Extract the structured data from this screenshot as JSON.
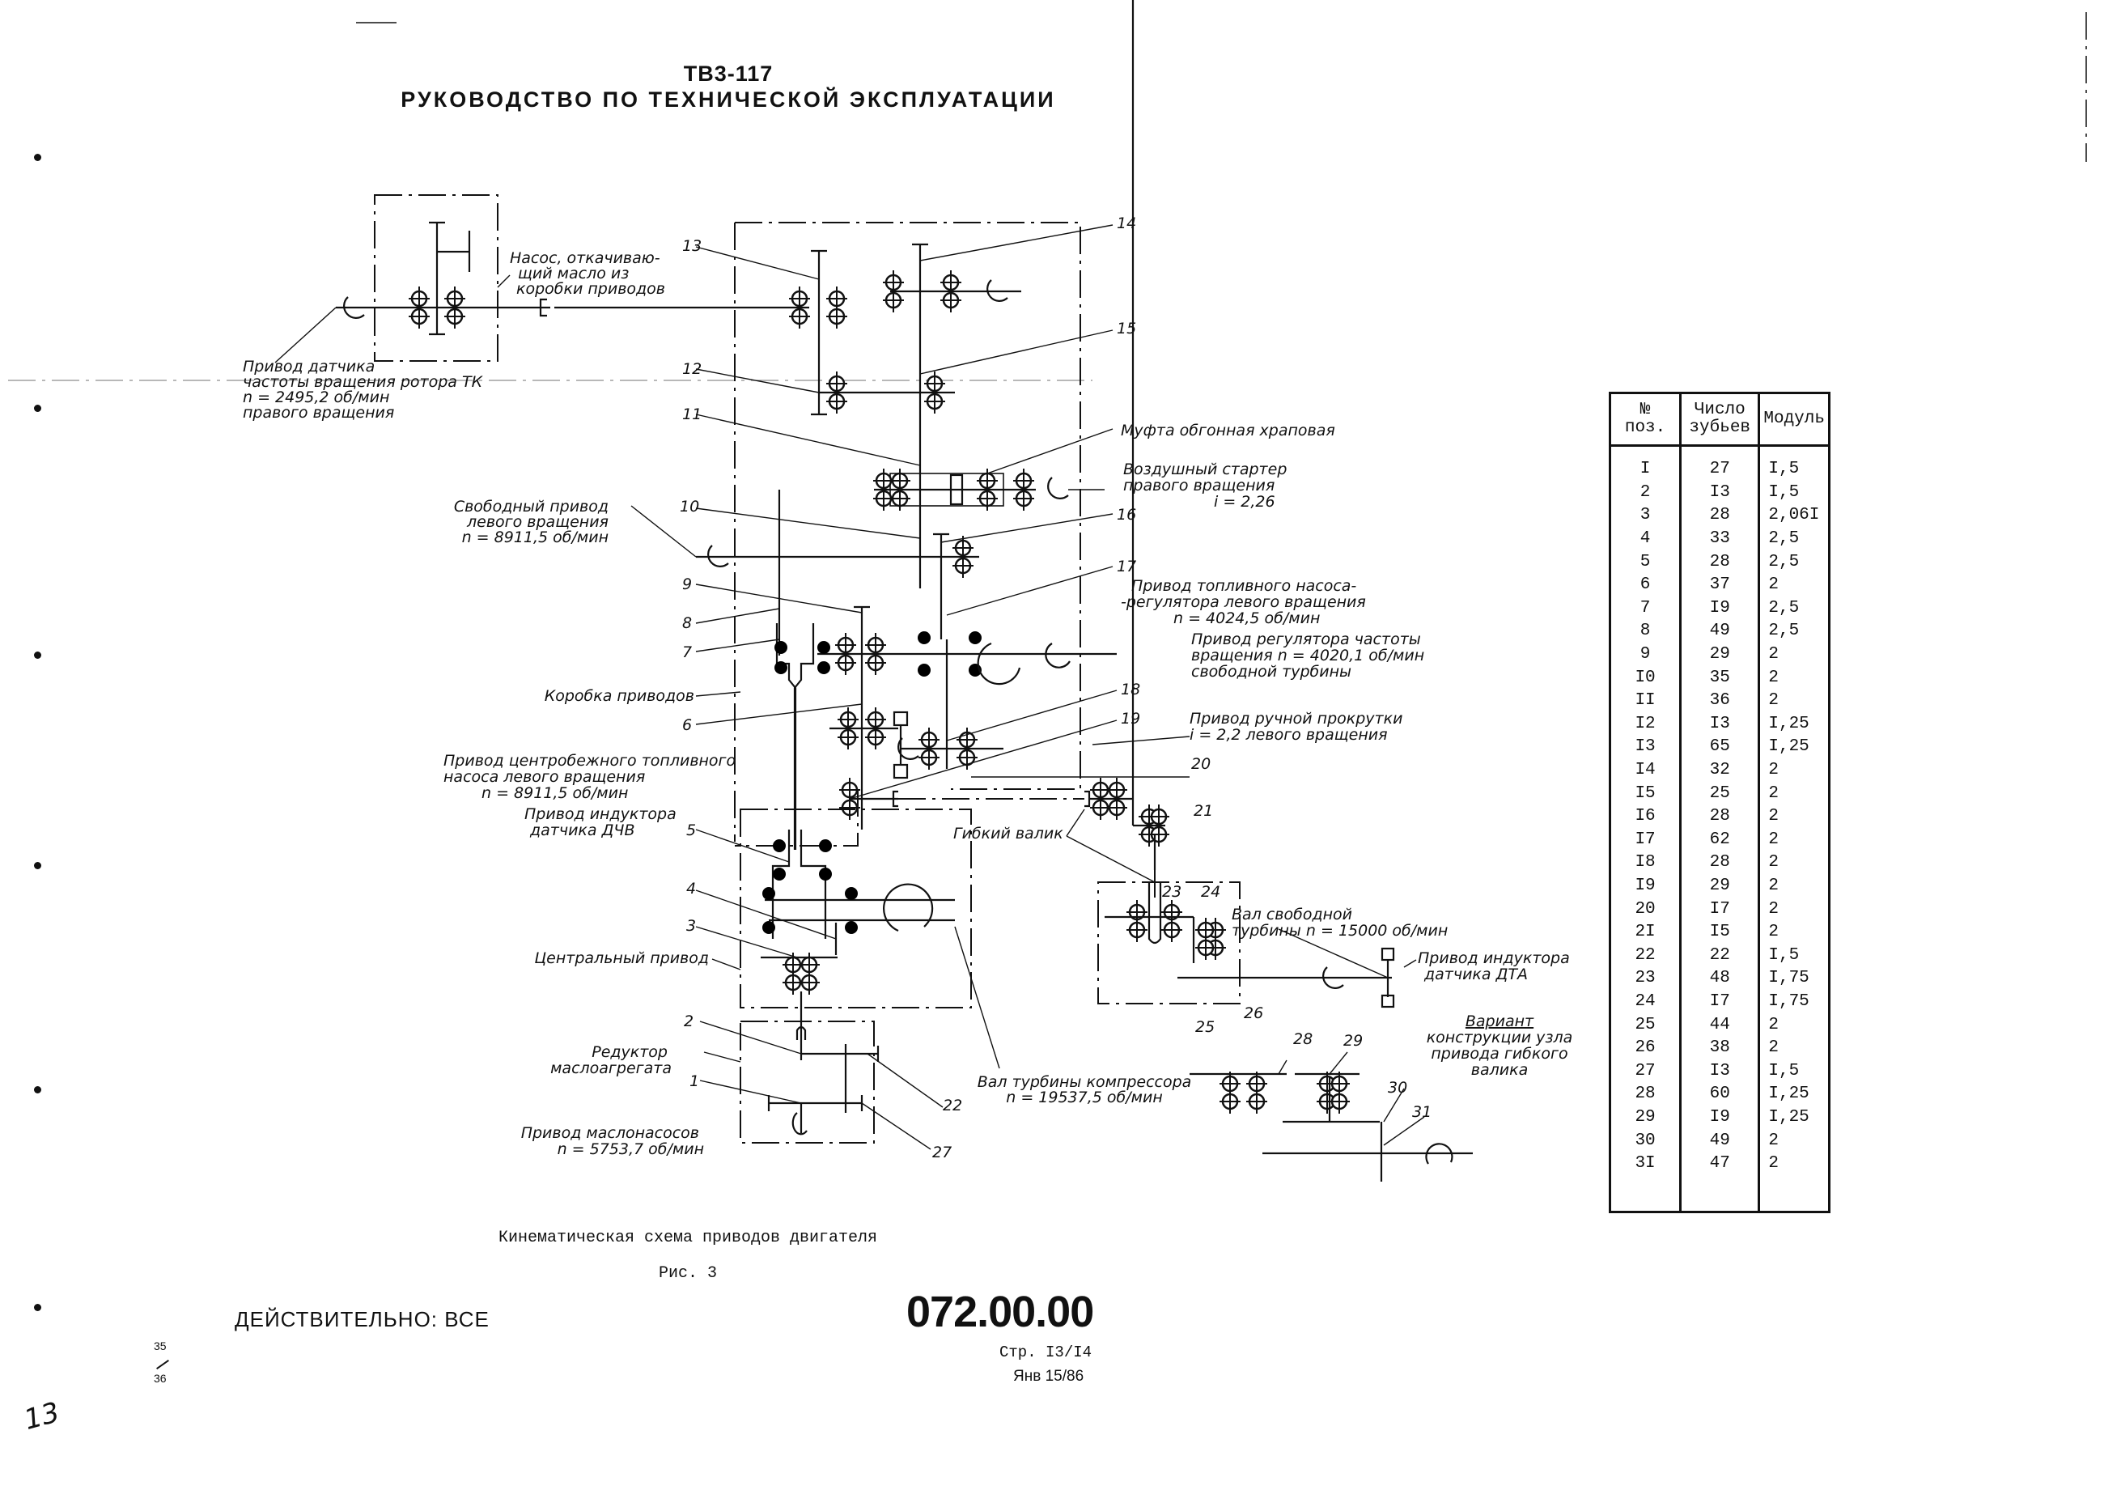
{
  "header": {
    "model": "ТВ3-117",
    "manual_title": "РУКОВОДСТВО ПО ТЕХНИЧЕСКОЙ ЭКСПЛУАТАЦИИ"
  },
  "diagram": {
    "callouts": {
      "oil_pump": [
        "Насос, откачиваю-",
        "щий масло из",
        "коробки приводов"
      ],
      "tk_sensor": [
        "Привод датчика",
        "частоты вращения ротора ТК",
        "n = 2495,2 об/мин",
        "правого вращения"
      ],
      "ratchet_clutch": "Муфта обгонная храповая",
      "air_starter": [
        "Воздушный стартер",
        "правого вращения",
        "i = 2,26"
      ],
      "free_drive": [
        "Свободный привод",
        "левого вращения",
        "n = 8911,5 об/мин"
      ],
      "fuel_regulator": [
        "Привод топливного насоса-",
        "-регулятора левого вращения",
        "n = 4024,5 об/мин"
      ],
      "speed_regulator": [
        "Привод регулятора частоты",
        "вращения   n = 4020,1 об/мин",
        "свободной турбины"
      ],
      "gearbox": "Коробка приводов",
      "manual_crank": [
        "Привод ручной прокрутки",
        "i = 2,2 левого вращения"
      ],
      "centrifugal_pump": [
        "Привод центробежного топливного",
        "насоса левого вращения",
        "n = 8911,5 об/мин"
      ],
      "dchv_inductor": [
        "Привод индуктора",
        "датчика ДЧВ"
      ],
      "flexible_shaft": "Гибкий валик",
      "central_drive": "Центральный привод",
      "free_turbine_shaft": [
        "Вал свободной",
        "турбины  n = 15000 об/мин"
      ],
      "dta_inductor": [
        "Привод индуктора",
        "датчика ДТА"
      ],
      "oil_reducer": [
        "Редуктор",
        "маслоагрегата"
      ],
      "compressor_shaft": [
        "Вал турбины компрессора",
        "n = 19537,5 об/мин"
      ],
      "oil_pumps_drive": [
        "Привод маслонасосов",
        "n = 5753,7 об/мин"
      ],
      "variant_title": "Вариант",
      "variant_text": [
        "конструкции узла",
        "привода гибкого",
        "валика"
      ]
    },
    "position_numbers": [
      "1",
      "2",
      "3",
      "4",
      "5",
      "6",
      "7",
      "8",
      "9",
      "10",
      "11",
      "12",
      "13",
      "14",
      "15",
      "16",
      "17",
      "18",
      "19",
      "20",
      "21",
      "22",
      "23",
      "24",
      "25",
      "26",
      "27",
      "28",
      "29",
      "30",
      "31"
    ]
  },
  "gear_table": {
    "headers": [
      "№\nпоз.",
      "Число\nзубьев",
      "Модуль"
    ],
    "header_lines": [
      [
        "№",
        "поз."
      ],
      [
        "Число",
        "зубьев"
      ],
      [
        "Модуль"
      ]
    ],
    "rows": [
      [
        "I",
        "27",
        "I,5"
      ],
      [
        "2",
        "I3",
        "I,5"
      ],
      [
        "3",
        "28",
        "2,06I"
      ],
      [
        "4",
        "33",
        "2,5"
      ],
      [
        "5",
        "28",
        "2,5"
      ],
      [
        "6",
        "37",
        "2"
      ],
      [
        "7",
        "I9",
        "2,5"
      ],
      [
        "8",
        "49",
        "2,5"
      ],
      [
        "9",
        "29",
        "2"
      ],
      [
        "I0",
        "35",
        "2"
      ],
      [
        "II",
        "36",
        "2"
      ],
      [
        "I2",
        "I3",
        "I,25"
      ],
      [
        "I3",
        "65",
        "I,25"
      ],
      [
        "I4",
        "32",
        "2"
      ],
      [
        "I5",
        "25",
        "2"
      ],
      [
        "I6",
        "28",
        "2"
      ],
      [
        "I7",
        "62",
        "2"
      ],
      [
        "I8",
        "28",
        "2"
      ],
      [
        "I9",
        "29",
        "2"
      ],
      [
        "20",
        "I7",
        "2"
      ],
      [
        "2I",
        "I5",
        "2"
      ],
      [
        "22",
        "22",
        "I,5"
      ],
      [
        "23",
        "48",
        "I,75"
      ],
      [
        "24",
        "I7",
        "I,75"
      ],
      [
        "25",
        "44",
        "2"
      ],
      [
        "26",
        "38",
        "2"
      ],
      [
        "27",
        "I3",
        "I,5"
      ],
      [
        "28",
        "60",
        "I,25"
      ],
      [
        "29",
        "I9",
        "I,25"
      ],
      [
        "30",
        "49",
        "2"
      ],
      [
        "3I",
        "47",
        "2"
      ]
    ]
  },
  "caption": {
    "title": "Кинематическая схема приводов двигателя",
    "figure": "Рис. 3"
  },
  "footer": {
    "validity": "ДЕЙСТВИТЕЛЬНО: ВСЕ",
    "doc_number": "072.00.00",
    "page": "Стр. I3/I4",
    "date": "Янв 15/86",
    "sheet_top": "35",
    "sheet_bottom": "36",
    "handwritten_mark": "13"
  }
}
